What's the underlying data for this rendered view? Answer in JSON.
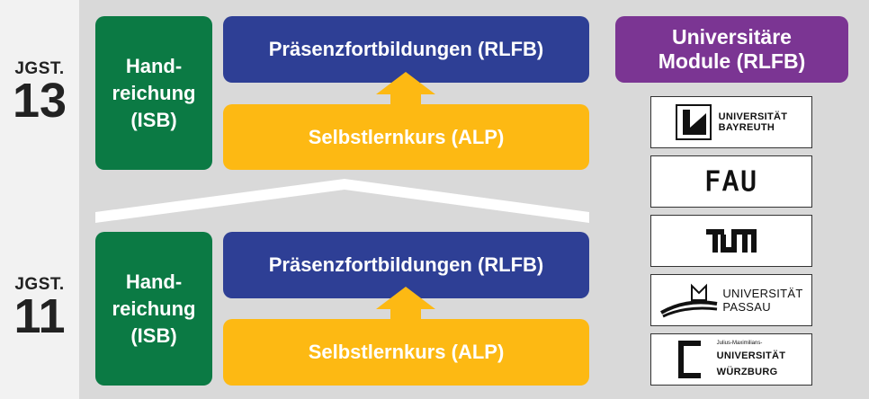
{
  "years": [
    {
      "label": "JGST.",
      "number": "13"
    },
    {
      "label": "JGST.",
      "number": "11"
    }
  ],
  "levels": [
    {
      "handout": "Hand-\nreichung\n(ISB)",
      "presence": "Präsenzfortbildungen (RLFB)",
      "selfstudy": "Selbstlernkurs (ALP)"
    },
    {
      "handout": "Hand-\nreichung\n(ISB)",
      "presence": "Präsenzfortbildungen (RLFB)",
      "selfstudy": "Selbstlernkurs (ALP)"
    }
  ],
  "university": {
    "title": "Universitäre\nModule (RLFB)",
    "logos": [
      {
        "text": "UNIVERSITÄT\nBAYREUTH",
        "icon": "bayreuth-logo-icon"
      },
      {
        "text": "FAU",
        "icon": "fau-logo-icon"
      },
      {
        "text": "TUM",
        "icon": "tum-logo-icon"
      },
      {
        "text": "UNIVERSITÄT\nPASSAU",
        "icon": "passau-logo-icon"
      },
      {
        "small": "Julius-Maximilians-",
        "text": "UNIVERSITÄT\nWÜRZBURG",
        "icon": "wuerzburg-logo-icon"
      }
    ]
  },
  "colors": {
    "green": "#0b7a44",
    "blue": "#2e3f95",
    "yellow": "#fdb913",
    "purple": "#7b3593"
  }
}
